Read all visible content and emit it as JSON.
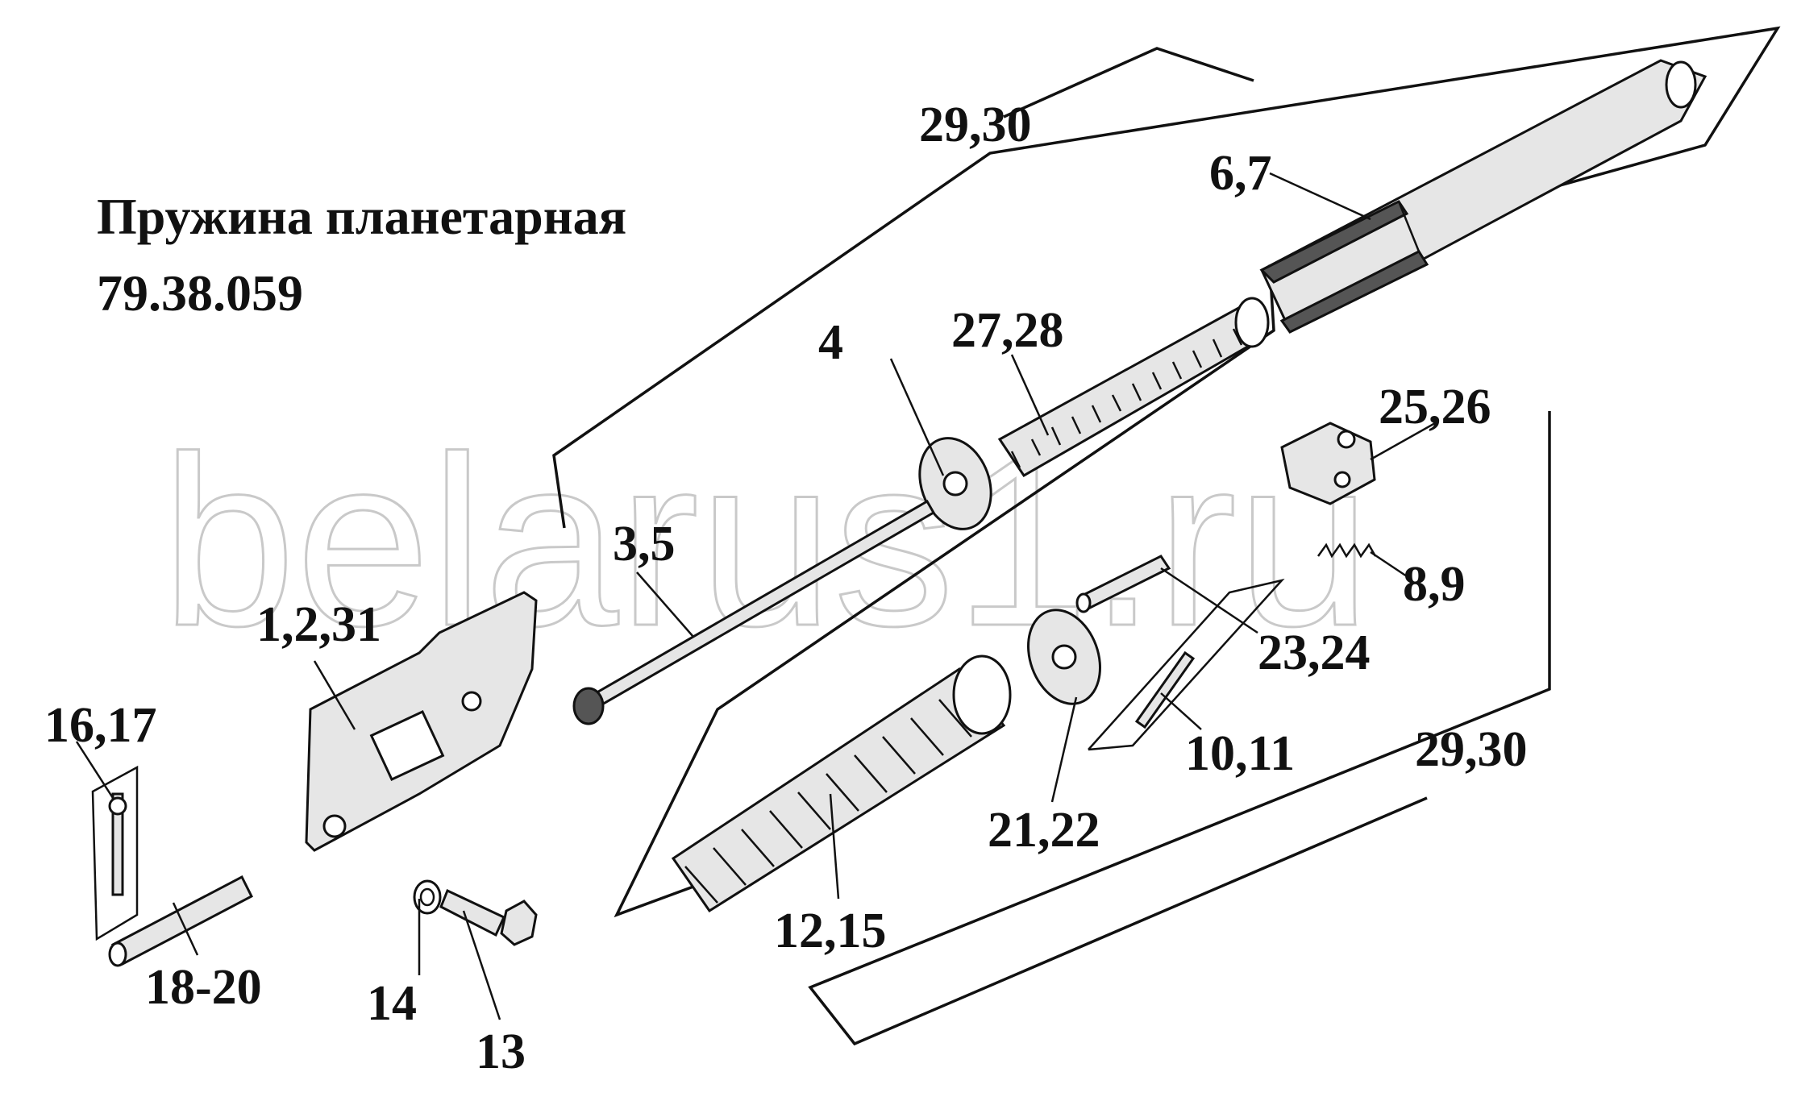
{
  "title": {
    "line1": "Пружина планетарная",
    "line2": "79.38.059"
  },
  "watermark": "belarus1.ru",
  "callouts": {
    "c_29_30_top": "29,30",
    "c_29_30_right": "29,30",
    "c_6_7": "6,7",
    "c_27_28": "27,28",
    "c_4": "4",
    "c_25_26": "25,26",
    "c_3_5": "3,5",
    "c_8_9": "8,9",
    "c_1_2_31": "1,2,31",
    "c_23_24": "23,24",
    "c_16_17": "16,17",
    "c_10_11": "10,11",
    "c_21_22": "21,22",
    "c_12_15": "12,15",
    "c_18_20": "18-20",
    "c_14": "14",
    "c_13": "13"
  },
  "colors": {
    "ink": "#111111",
    "watermark": "#c9c9c9",
    "part_fill": "#e6e6e6"
  }
}
